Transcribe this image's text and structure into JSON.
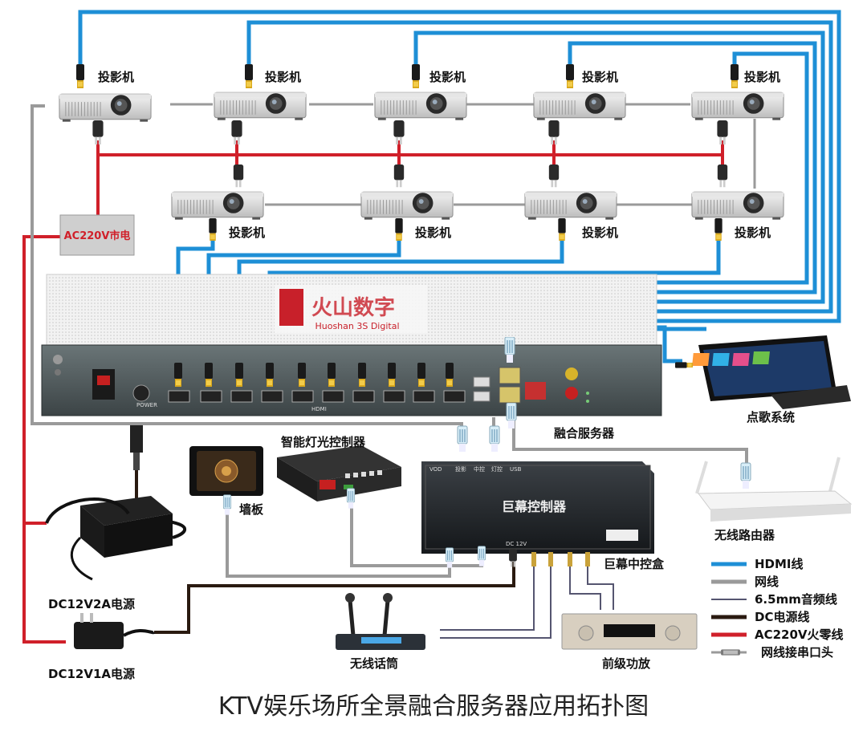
{
  "labels": {
    "projector": "投影机",
    "ac220": "AC220V市电",
    "fusion_server": "融合服务器",
    "karaoke_system": "点歌系统",
    "light_controller": "智能灯光控制器",
    "wall_panel": "墙板",
    "giant_screen_controller": "巨幕控制器",
    "wireless_router": "无线路由器",
    "central_box": "巨幕中控盒",
    "psu_2a": "DC12V2A电源",
    "psu_1a": "DC12V1A电源",
    "wireless_mic": "无线话筒",
    "preamp": "前级功放",
    "brand": "Huoshan 3S Digital",
    "hdmi_port_label": "HDMI"
  },
  "legend": [
    {
      "label": "HDMI线",
      "color": "#1e8fd6"
    },
    {
      "label": "网线",
      "color": "#9a9a9a"
    },
    {
      "label": "6.5mm音频线",
      "color": "#555570"
    },
    {
      "label": "DC电源线",
      "color": "#2a1a10"
    },
    {
      "label": "AC220V火零线",
      "color": "#d0202a"
    },
    {
      "label": "网线接串口头",
      "color": "#9a9a9a"
    }
  ],
  "title": "KTV娱乐场所全景融合服务器应用拓扑图",
  "controller_ports": {
    "top": [
      "VOD",
      "投影",
      "中控",
      "灯控",
      "USB"
    ],
    "bottom": [
      "DC 12V"
    ]
  },
  "colors": {
    "hdmi": "#1e8fd6",
    "network": "#9a9a9a",
    "audio": "#555570",
    "dc": "#2a1a10",
    "ac": "#d0202a"
  }
}
